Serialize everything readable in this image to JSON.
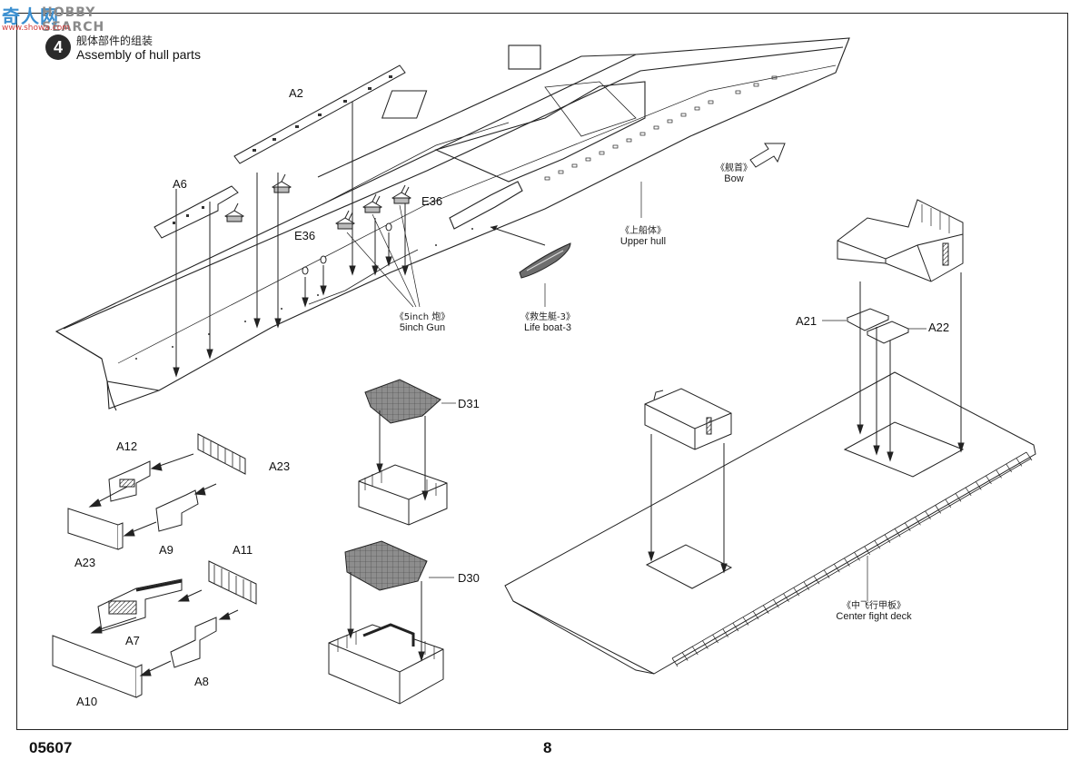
{
  "watermark": {
    "logo": "奇人网",
    "site": "HOBBY SEARCH",
    "url": "www.showa.com"
  },
  "step": {
    "number": "4",
    "title_cn": "舰体部件的组装",
    "title_en": "Assembly of hull parts"
  },
  "callouts": {
    "a2": "A2",
    "a6": "A6",
    "e36_top": "E36",
    "e36_left": "E36",
    "a12": "A12",
    "a23_right": "A23",
    "a23_left": "A23",
    "a9": "A9",
    "a11": "A11",
    "a7": "A7",
    "a8": "A8",
    "a10": "A10",
    "d31": "D31",
    "d30": "D30",
    "a21": "A21",
    "a22": "A22"
  },
  "captions": {
    "gun_cn": "《5inch 炮》",
    "gun_en": "5inch Gun",
    "boat_cn": "《救生艇-3》",
    "boat_en": "Life boat-3",
    "hull_cn": "《上船体》",
    "hull_en": "Upper hull",
    "bow_cn": "《舰首》",
    "bow_en": "Bow",
    "deck_cn": "《中飞行甲板》",
    "deck_en": "Center fight deck"
  },
  "footer": {
    "code": "05607",
    "page": "8"
  }
}
